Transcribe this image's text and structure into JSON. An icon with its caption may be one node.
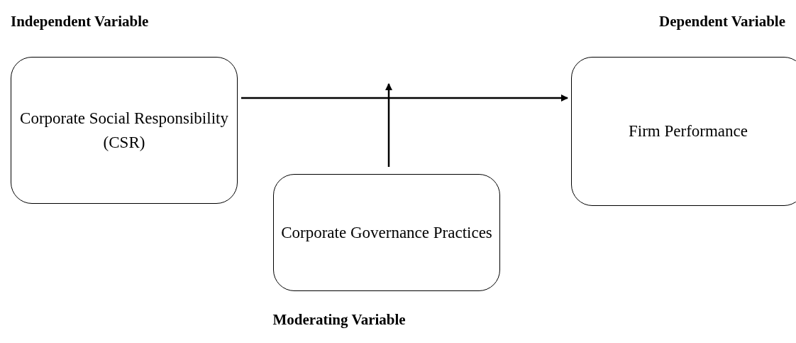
{
  "diagram": {
    "nodes": [
      {
        "text": [
          "Corporate Social Responsibility (CSR)"
        ]
      },
      {
        "text": [
          "Firm Performance"
        ]
      },
      {
        "text": [
          "Corporate Governance Practices"
        ]
      }
    ],
    "edges": [
      {
        "from": 0,
        "to": 1,
        "arrow": "to"
      },
      {
        "from": 2,
        "to": null,
        "arrow": "to"
      }
    ],
    "labels": [
      "Independent Variable",
      "Dependent Variable",
      "Moderating Variable"
    ]
  }
}
